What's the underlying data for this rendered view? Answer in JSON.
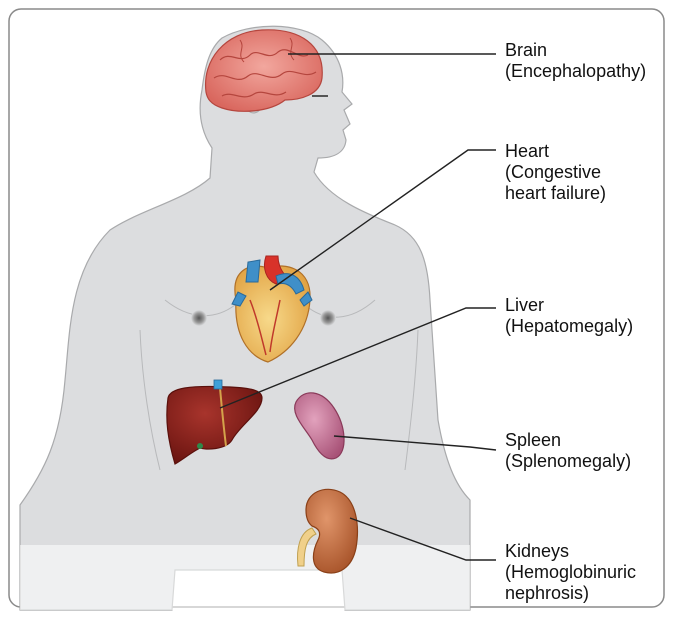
{
  "colors": {
    "panel_bg": "#ffffff",
    "panel_border": "#8a8a8a",
    "body_fill": "#dcdddf",
    "body_outline": "#a9aaac",
    "brain": "#e9887f",
    "heart_muscle": "#f0c060",
    "heart_vessels_blue": "#3f8fc8",
    "heart_vessels_red": "#d8322a",
    "liver": "#8a1f1a",
    "spleen": "#c77a9a",
    "kidney": "#c4703f",
    "leader_line": "#222222"
  },
  "labels": [
    {
      "id": "brain",
      "name": "Brain",
      "condition": [
        "(Encephalopathy)"
      ]
    },
    {
      "id": "heart",
      "name": "Heart",
      "condition": [
        "(Congestive",
        "heart failure)"
      ]
    },
    {
      "id": "liver",
      "name": "Liver",
      "condition": [
        "(Hepatomegaly)"
      ]
    },
    {
      "id": "spleen",
      "name": "Spleen",
      "condition": [
        "(Splenomegaly)"
      ]
    },
    {
      "id": "kidneys",
      "name": "Kidneys",
      "condition": [
        "(Hemoglobinuric",
        "nephrosis)"
      ]
    }
  ]
}
